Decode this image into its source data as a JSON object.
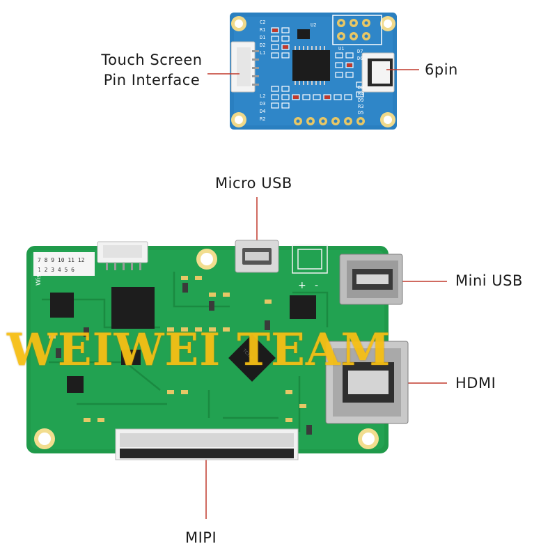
{
  "labels": {
    "touch_line1": "Touch Screen",
    "touch_line2": "Pin Interface",
    "six_pin": "6pin",
    "micro_usb": "Micro USB",
    "mini_usb": "Mini USB",
    "hdmi": "HDMI",
    "mipi": "MIPI"
  },
  "watermark": "WEIWEI TEAM",
  "silkscreen": {
    "brand": "Wiseco",
    "pin_row1": "7 8 9 10 11 12",
    "pin_row2": "1 2 3 4 5 6",
    "plus": "+",
    "minus": "-"
  },
  "small_board_silk": {
    "u1": "U1",
    "u2": "U2",
    "left_top": [
      "C2",
      "R1",
      "D1",
      "D2",
      "L1"
    ],
    "left_bottom": [
      "L2",
      "D3",
      "D4",
      "R2"
    ],
    "right_top": [
      "D7",
      "D6"
    ],
    "right_bottom": [
      "D8",
      "R4",
      "D9",
      "R3",
      "D5"
    ]
  },
  "colors": {
    "green_pcb": "#1f9a4a",
    "blue_pcb": "#2a7fc0",
    "gold_pad": "#e7c766",
    "watermark": "#fac416",
    "leader_line": "#c0392b"
  }
}
